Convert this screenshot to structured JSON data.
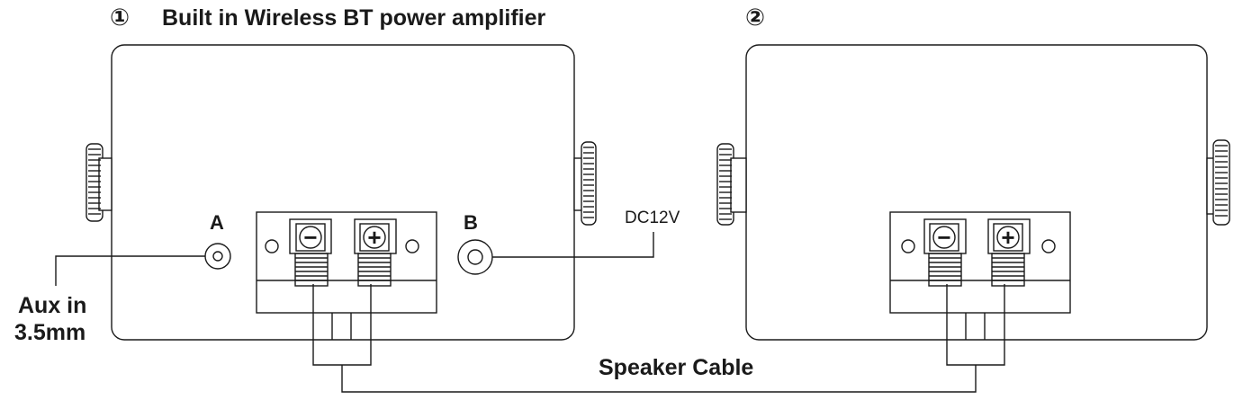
{
  "unit1": {
    "number": "①",
    "title": "Built in Wireless BT power amplifier",
    "port_a_label": "A",
    "port_b_label": "B",
    "dc_label": "DC12V",
    "aux_label_line1": "Aux in",
    "aux_label_line2": "3.5mm"
  },
  "unit2": {
    "number": "②"
  },
  "terminal": {
    "minus": "−",
    "plus": "+"
  },
  "cable_label": "Speaker Cable"
}
